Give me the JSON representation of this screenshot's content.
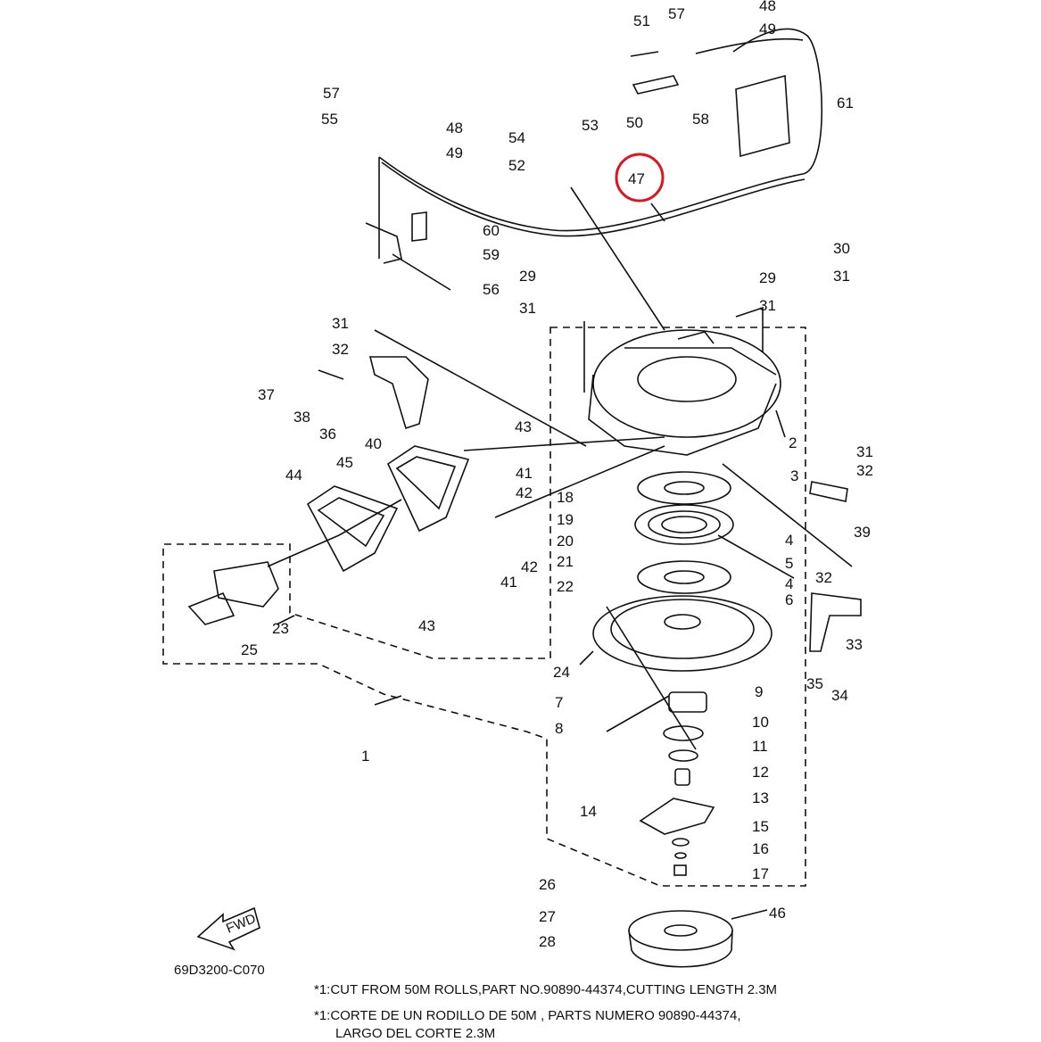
{
  "diagram": {
    "reference_code": "69D3200-C070",
    "fwd_arrow_label": "FWD",
    "highlighted_part": "47",
    "highlight_color": "#e0141e",
    "part_labels": [
      "1",
      "2",
      "3",
      "4",
      "4",
      "5",
      "6",
      "7",
      "8",
      "9",
      "10",
      "11",
      "12",
      "13",
      "14",
      "15",
      "16",
      "17",
      "18",
      "19",
      "20",
      "21",
      "22",
      "23",
      "24",
      "25",
      "26",
      "27",
      "28",
      "29",
      "29",
      "30",
      "31",
      "31",
      "31",
      "31",
      "31",
      "32",
      "32",
      "32",
      "33",
      "34",
      "35",
      "36",
      "37",
      "38",
      "39",
      "40",
      "41",
      "41",
      "42",
      "42",
      "43",
      "43",
      "44",
      "45",
      "46",
      "47",
      "48",
      "48",
      "49",
      "49",
      "50",
      "51",
      "52",
      "53",
      "54",
      "55",
      "56",
      "57",
      "57",
      "58",
      "59",
      "60",
      "61"
    ]
  },
  "notes": {
    "line1": "*1:CUT FROM 50M ROLLS,PART NO.90890-44374,CUTTING LENGTH 2.3M",
    "line2": "*1:CORTE DE UN RODILLO DE 50M , PARTS NUMERO 90890-44374,",
    "line2b": "LARGO DEL CORTE 2.3M"
  }
}
